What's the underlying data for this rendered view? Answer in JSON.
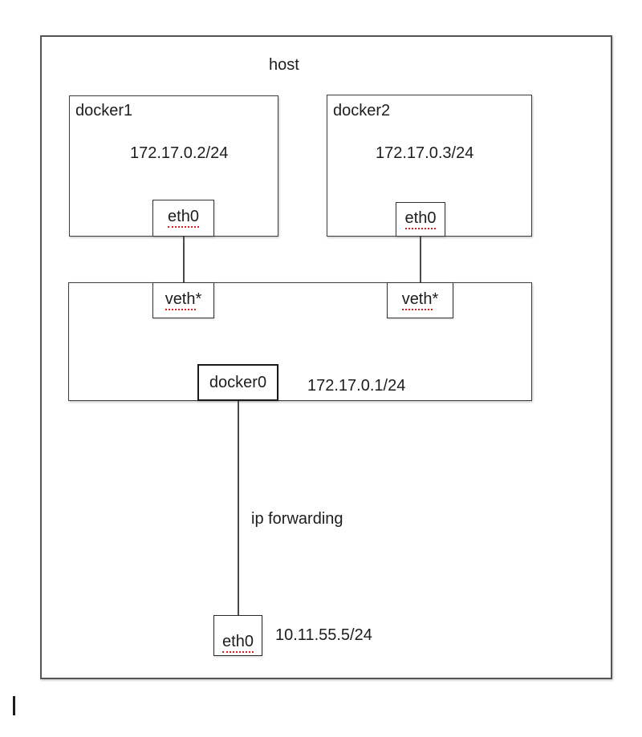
{
  "colors": {
    "misspell_red": "#e02020",
    "line_gray": "#4a4a4a",
    "text_black": "#1d1d1d"
  },
  "diagram": {
    "host_label": "host",
    "containers": [
      {
        "name": "docker1",
        "ip": "172.17.0.2/24",
        "iface": "eth0"
      },
      {
        "name": "docker2",
        "ip": "172.17.0.3/24",
        "iface": "eth0"
      }
    ],
    "bridge": {
      "veth1_label": "veth",
      "veth1_suffix": "*",
      "veth2_label": "veth",
      "veth2_suffix": "*",
      "name": "docker0",
      "ip": "172.17.0.1/24"
    },
    "forwarding_label": "ip forwarding",
    "host_interface": {
      "name": "eth0",
      "ip": "10.11.55.5/24"
    }
  }
}
